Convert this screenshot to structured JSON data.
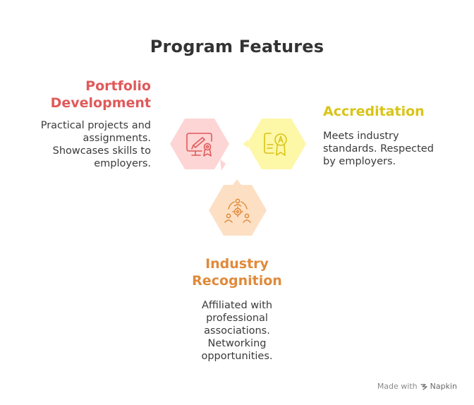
{
  "title": "Program Features",
  "features": {
    "portfolio": {
      "heading_line1": "Portfolio",
      "heading_line2": "Development",
      "desc_lines": [
        "Practical projects and",
        "assignments.",
        "Showcases skills to",
        "employers."
      ],
      "color": "#e05a5a",
      "hex_fill": "#fdd5d5",
      "icon": "certificate-screen-icon"
    },
    "accreditation": {
      "heading": "Accreditation",
      "desc_lines": [
        "Meets industry",
        "standards. Respected",
        "by employers."
      ],
      "color": "#d9c416",
      "hex_fill": "#fdf7a8",
      "icon": "award-document-icon"
    },
    "industry": {
      "heading_line1": "Industry",
      "heading_line2": "Recognition",
      "desc_lines": [
        "Affiliated with",
        "professional",
        "associations.",
        "Networking",
        "opportunities."
      ],
      "color": "#e08a3a",
      "hex_fill": "#fde0c4",
      "icon": "network-people-icon"
    }
  },
  "footer": {
    "made_with": "Made with",
    "brand": "Napkin"
  }
}
